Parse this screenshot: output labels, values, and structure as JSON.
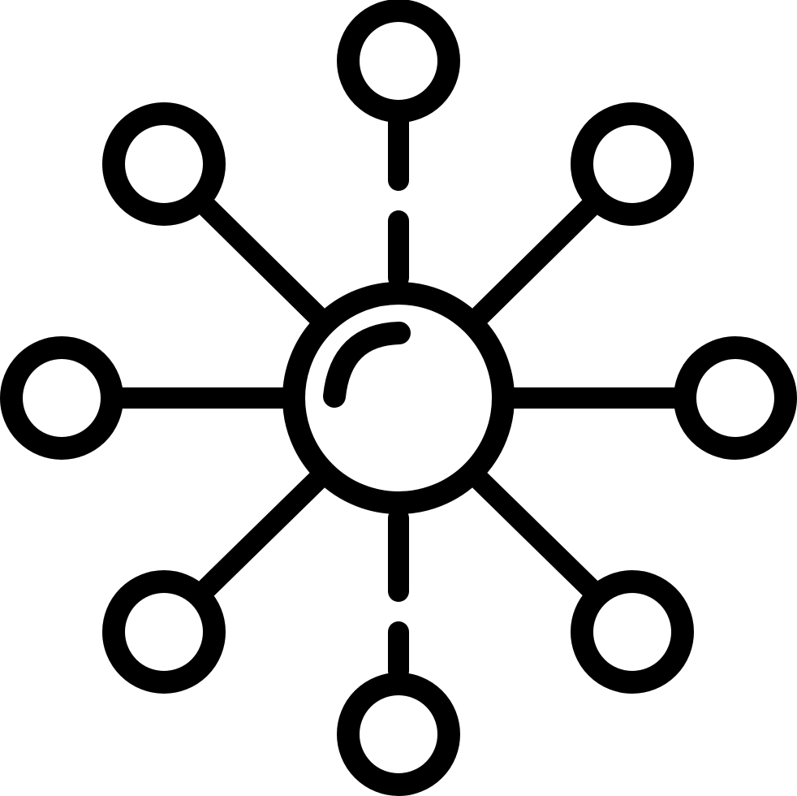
{
  "icon": {
    "name": "hub-network-icon",
    "background_color": "#ffffff",
    "stroke_color": "#000000",
    "satellite_node_count": 8,
    "center_node": "hub-circle-icon",
    "highlight": "hub-highlight-arc-icon",
    "vertical_connectors_style": "dashed",
    "diagonal_and_horizontal_connectors_style": "solid"
  }
}
